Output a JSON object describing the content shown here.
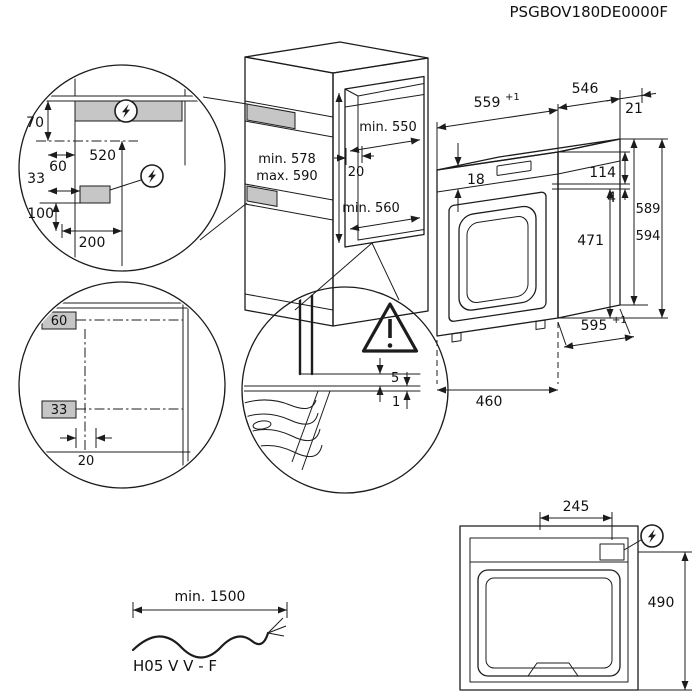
{
  "doc_code": "PSGBOV180DE0000F",
  "colors": {
    "line": "#1c1c1c",
    "zone_fill": "#c6c6c6",
    "background": "#ffffff"
  },
  "icons": {
    "electrical_connection": "lightning-bolt-in-circle",
    "warning": "exclamation-mark-triangle"
  },
  "side_panel_detail": {
    "dim_70": "70",
    "dim_60": "60",
    "dim_520": "520",
    "dim_33": "33",
    "dim_100": "100",
    "dim_200": "200"
  },
  "niche": {
    "width_top": "min. 550",
    "ledge": "20",
    "height_min": "min. 578",
    "height_max": "max. 590",
    "width_bottom": "min. 560"
  },
  "rear_panel_detail": {
    "dim_60": "60",
    "dim_33": "33",
    "dim_20": "20"
  },
  "clearance_detail": {
    "dim_5": "5",
    "dim_1": "1"
  },
  "oven": {
    "width": "559",
    "width_tol": "+1",
    "depth": "546",
    "door": "21",
    "top_gap": "18",
    "panel_height": "114",
    "gap_4": "4",
    "front_height": "471",
    "height_back": "589",
    "height_front": "594",
    "bottom_width": "595",
    "bottom_width_tol": "+1",
    "base_depth": "460"
  },
  "power_cord": {
    "length": "min. 1500",
    "type": "H05 V V - F"
  },
  "top_view": {
    "terminal_offset": "245",
    "depth": "490"
  }
}
